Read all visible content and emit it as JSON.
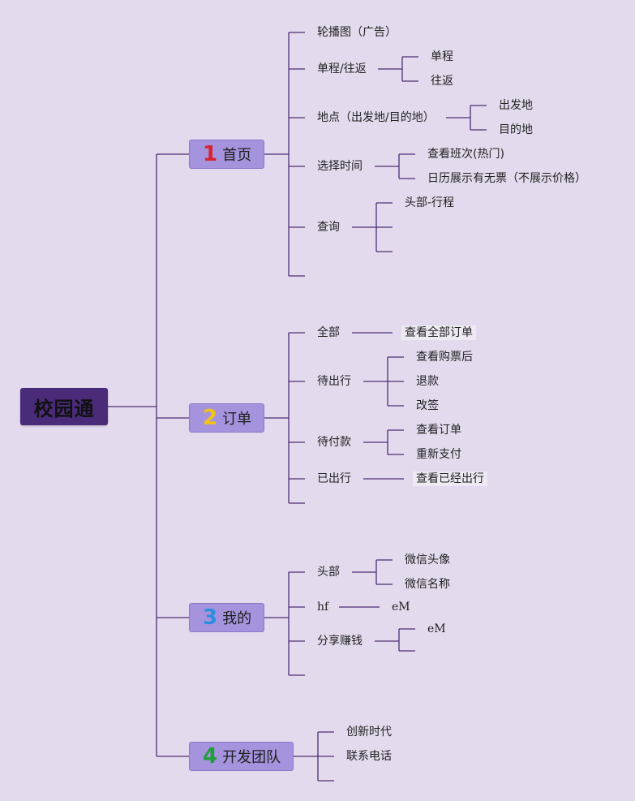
{
  "root": {
    "label": "校园通"
  },
  "colors": {
    "background": "#e4daed",
    "root_fill": "#4a2b7a",
    "branch_fill": "#a693dd",
    "line": "#4a2e75",
    "num1": "#d8232f",
    "num2": "#f0c419",
    "num3": "#2d8ee0",
    "num4": "#1f9e3a"
  },
  "branches": [
    {
      "num": "1",
      "label": "首页"
    },
    {
      "num": "2",
      "label": "订单"
    },
    {
      "num": "3",
      "label": "我的"
    },
    {
      "num": "4",
      "label": "开发团队"
    }
  ],
  "home": {
    "carousel": "轮播图（广告）",
    "trip_type": "单程/往返",
    "one_way": "单程",
    "round_trip": "往返",
    "location": "地点（出发地/目的地）",
    "origin": "出发地",
    "destination": "目的地",
    "choose_time": "选择时间",
    "hot_schedule": "查看班次(热门)",
    "calendar": "日历展示有无票（不展示价格）",
    "query": "查询",
    "header_trip": "头部-行程"
  },
  "orders": {
    "all": "全部",
    "view_all": "查看全部订单",
    "pending_trip": "待出行",
    "view_after_purchase": "查看购票后",
    "refund": "退款",
    "change": "改签",
    "pending_pay": "待付款",
    "view_order": "查看订单",
    "repay": "重新支付",
    "departed": "已出行",
    "view_departed": "查看已经出行"
  },
  "mine": {
    "header": "头部",
    "wechat_avatar": "微信头像",
    "wechat_name": "微信名称",
    "hf": "hf",
    "em1": "eM",
    "share_earn": "分享赚钱",
    "em2": "eM"
  },
  "team": {
    "innovation": "创新时代",
    "phone": "联系电话"
  }
}
